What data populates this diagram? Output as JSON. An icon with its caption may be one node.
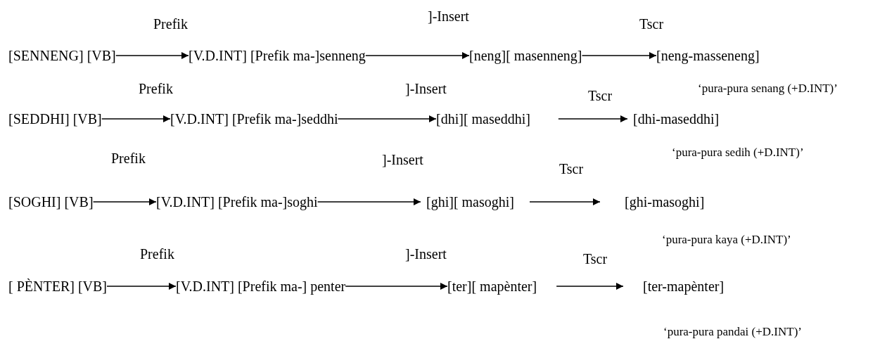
{
  "diagram": {
    "nodes": [
      {
        "text": [
          "[SENNENG] [VB]"
        ]
      },
      {
        "text": [
          "[V.D.INT] [Prefik ma-]senneng"
        ]
      },
      {
        "text": [
          "[neng][ masenneng]"
        ]
      },
      {
        "text": [
          "[neng-masseneng]"
        ],
        "beside": [
          "‘pura-pura senang (+D.INT)’"
        ]
      },
      {
        "text": [
          "[SEDDHI] [VB]"
        ]
      },
      {
        "text": [
          "[V.D.INT] [Prefik ma-]seddhi"
        ]
      },
      {
        "text": [
          "[dhi][ maseddhi]"
        ]
      },
      {
        "text": [
          "[dhi-maseddhi]"
        ],
        "beside": [
          "‘pura-pura sedih (+D.INT)’"
        ]
      },
      {
        "text": [
          "[SOGHI] [VB]"
        ]
      },
      {
        "text": [
          "[V.D.INT] [Prefik ma-]soghi"
        ]
      },
      {
        "text": [
          "[ghi][ masoghi]"
        ]
      },
      {
        "text": [
          "[ghi-masoghi]"
        ],
        "beside": [
          "‘pura-pura kaya (+D.INT)’"
        ]
      },
      {
        "text": [
          "[ PÈNTER] [VB]"
        ]
      },
      {
        "text": [
          "[V.D.INT] [Prefik ma-] penter"
        ]
      },
      {
        "text": [
          "[ter][ mapènter]"
        ]
      },
      {
        "text": [
          "[ter-mapènter]"
        ],
        "beside": [
          "‘pura-pura pandai (+D.INT)’"
        ]
      }
    ],
    "edges": [
      {
        "from": 0,
        "to": 1,
        "arrow": "to",
        "label": "Prefik"
      },
      {
        "from": 1,
        "to": 2,
        "arrow": "to",
        "label": "]-Insert"
      },
      {
        "from": 2,
        "to": 3,
        "arrow": "to",
        "label": "Tscr"
      },
      {
        "from": 4,
        "to": 5,
        "arrow": "to",
        "label": "Prefik"
      },
      {
        "from": 5,
        "to": 6,
        "arrow": "to",
        "label": "]-Insert"
      },
      {
        "from": 6,
        "to": 7,
        "arrow": "to",
        "label": "Tscr"
      },
      {
        "from": 8,
        "to": 9,
        "arrow": "to",
        "label": "Prefik"
      },
      {
        "from": 9,
        "to": 10,
        "arrow": "to",
        "label": "]-Insert"
      },
      {
        "from": 10,
        "to": 11,
        "arrow": "to",
        "label": "Tscr"
      },
      {
        "from": 12,
        "to": 13,
        "arrow": "to",
        "label": "Prefik"
      },
      {
        "from": 13,
        "to": 14,
        "arrow": "to",
        "label": "]-Insert"
      },
      {
        "from": 14,
        "to": 15,
        "arrow": "to",
        "label": "Tscr"
      }
    ]
  }
}
